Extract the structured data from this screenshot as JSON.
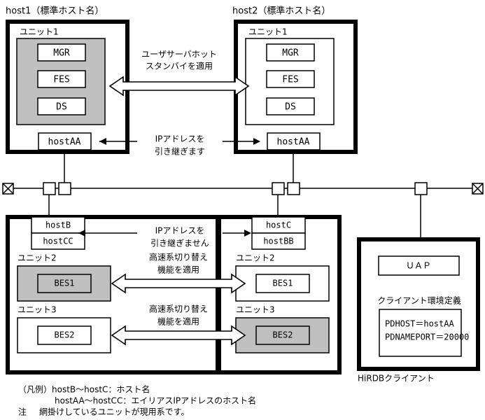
{
  "figure": {
    "title_host1": "host1（標準ホスト名）",
    "title_host2": "host2（標準ホスト名）",
    "client_caption": "HiRDBクライアント"
  },
  "host1": {
    "unit_label": "ユニット1",
    "servers": [
      "MGR",
      "FES",
      "DS"
    ],
    "alias_host": "hostAA",
    "is_active": true
  },
  "host2": {
    "unit_label": "ユニット1",
    "servers": [
      "MGR",
      "FES",
      "DS"
    ],
    "alias_host": "hostAA",
    "is_active": false
  },
  "host3": {
    "hostname": "hostB",
    "alias_host": "hostCC",
    "unit2_label": "ユニット2",
    "unit2_server": "BES1",
    "unit2_active": true,
    "unit3_label": "ユニット3",
    "unit3_server": "BES2",
    "unit3_active": false
  },
  "host4": {
    "hostname": "hostC",
    "alias_host": "hostBB",
    "unit2_label": "ユニット2",
    "unit2_server": "BES1",
    "unit2_active": false,
    "unit3_label": "ユニット3",
    "unit3_server": "BES2",
    "unit3_active": true
  },
  "client": {
    "uap_label": "ＵＡＰ",
    "env_title": "クライアント環境定義",
    "env_lines": [
      "PDHOST＝hostAA",
      "PDNAMEPORT＝20000"
    ]
  },
  "annotations": {
    "hot_standby_line1": "ユーザサーバホット",
    "hot_standby_line2": "スタンバイを適用",
    "ip_takeover_line1": "IPアドレスを",
    "ip_takeover_line2": "引き継ぎます",
    "ip_no_takeover_line1": "IPアドレスを",
    "ip_no_takeover_line2": "引き継ぎません",
    "fast_switch_a_line1": "高速系切り替え",
    "fast_switch_a_line2": "機能を適用",
    "fast_switch_b_line1": "高速系切り替え",
    "fast_switch_b_line2": "機能を適用"
  },
  "legend": {
    "line1": "（凡例）hostB〜hostC：ホスト名",
    "line2": "hostAA〜hostCC：エイリアスIPアドレスのホスト名",
    "line3_marker": "注",
    "line3": "網掛けしているユニットが現用系です。"
  },
  "colors": {
    "shade": "#c0c0c0",
    "line": "#000000",
    "background": "#ffffff"
  }
}
